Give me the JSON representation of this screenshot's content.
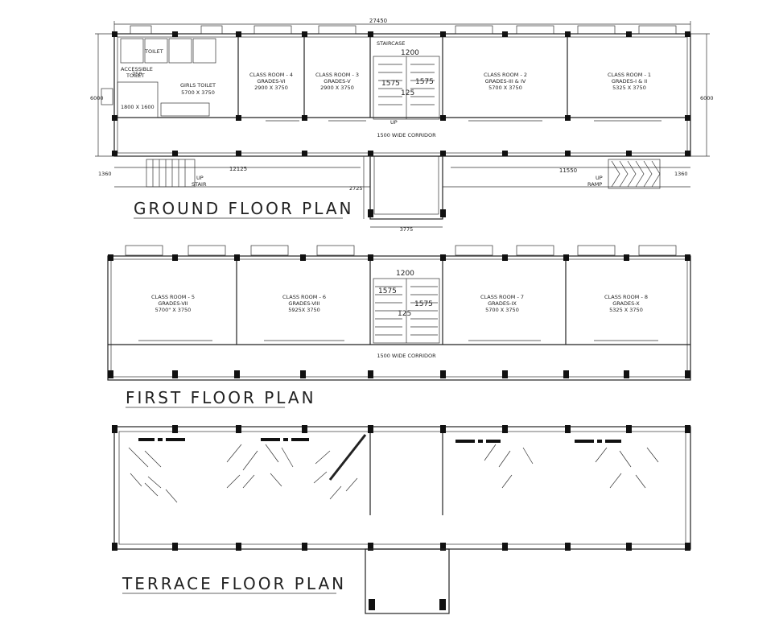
{
  "titles": {
    "ground": "GROUND  FLOOR  PLAN",
    "first": "FIRST  FLOOR  PLAN",
    "terrace": "TERRACE  FLOOR  PLAN"
  },
  "ground": {
    "overall_width": "27450",
    "left_height": "6000",
    "right_height": "6000",
    "left_run": "12125",
    "right_run": "11550",
    "left_offset": "1360",
    "right_offset": "1360",
    "porch_depth": "2725",
    "porch_width": "3775",
    "corridor": "1500 WIDE CORRIDOR",
    "stair_up": "UP",
    "stair_label": "STAIR",
    "ramp_up": "UP",
    "ramp_label": "RAMP",
    "stair_top": "1200",
    "stair_left": "1575",
    "stair_right": "1575",
    "stair_mid": "125",
    "staircase_note": "STAIRCASE",
    "rooms": {
      "accessible": {
        "name": "ACCESSIBLE",
        "name2": "TOILET",
        "size": "1800 X 1600"
      },
      "girls": {
        "name": "GIRLS TOILET",
        "size": "5700 X 3750"
      },
      "c4": {
        "name": "CLASS ROOM - 4",
        "grade": "GRADES-VI",
        "size": "2900 X 3750"
      },
      "c3": {
        "name": "CLASS ROOM - 3",
        "grade": "GRADES-V",
        "size": "2900 X 3750"
      },
      "c2": {
        "name": "CLASS ROOM - 2",
        "grade": "GRADES-III & IV",
        "size": "5700 X 3750"
      },
      "c1": {
        "name": "CLASS ROOM - 1",
        "grade": "GRADES-I & II",
        "size": "5325 X 3750"
      }
    },
    "toilet_label": "TOILET",
    "dim_750": "750"
  },
  "first": {
    "corridor": "1500 WIDE CORRIDOR",
    "stair_top": "1200",
    "stair_left": "1575",
    "stair_right": "1575",
    "stair_mid": "125",
    "rooms": {
      "c5": {
        "name": "CLASS ROOM - 5",
        "grade": "GRADES-VII",
        "size": "5700\" X 3750"
      },
      "c6": {
        "name": "CLASS ROOM - 6",
        "grade": "GRADES-VIII",
        "size": "5925X 3750"
      },
      "c7": {
        "name": "CLASS ROOM - 7",
        "grade": "GRADES-IX",
        "size": "5700 X 3750"
      },
      "c8": {
        "name": "CLASS ROOM - 8",
        "grade": "GRADES-X",
        "size": "5325 X 3750"
      }
    }
  },
  "colors": {
    "ink": "#222222",
    "background": "#ffffff"
  }
}
